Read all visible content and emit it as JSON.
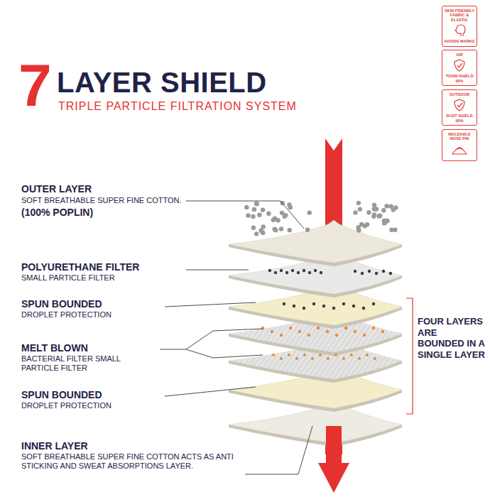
{
  "diagram": {
    "title": "LAYER SHIELD",
    "nodes": [
      {
        "text": [
          "SKIN FRIENDLY FABRIC & ELASTIC",
          "AVOIDS MARKS"
        ]
      },
      {
        "text": [
          "AIR",
          "TOXIN SHIELD 95%"
        ]
      },
      {
        "text": [
          "OUTDOOR",
          "DUST SHIELD 95%"
        ]
      },
      {
        "text": [
          "MOLDABLE NOSE PIN"
        ]
      }
    ],
    "labels": [
      "7",
      "TRIPLE PARTICLE FILTRATION SYSTEM",
      "OUTER LAYER",
      "SOFT BREATHABLE SUPER FINE COTTON.",
      "(100% POPLIN)",
      "POLYURETHANE FILTER",
      "SMALL PARTICLE FILTER",
      "SPUN BOUNDED",
      "DROPLET PROTECTION",
      "MELT BLOWN",
      "BACTERIAL FILTER SMALL PARTICLE FILTER",
      "SPUN BOUNDED",
      "DROPLET PROTECTION",
      "INNER LAYER",
      "SOFT BREATHABLE SUPER FINE COTTON ACTS AS ANTI STICKING AND SWEAT ABSORPTIONS LAYER.",
      "FOUR LAYERS ARE BOUNDED IN A SINGLE LAYER"
    ]
  }
}
